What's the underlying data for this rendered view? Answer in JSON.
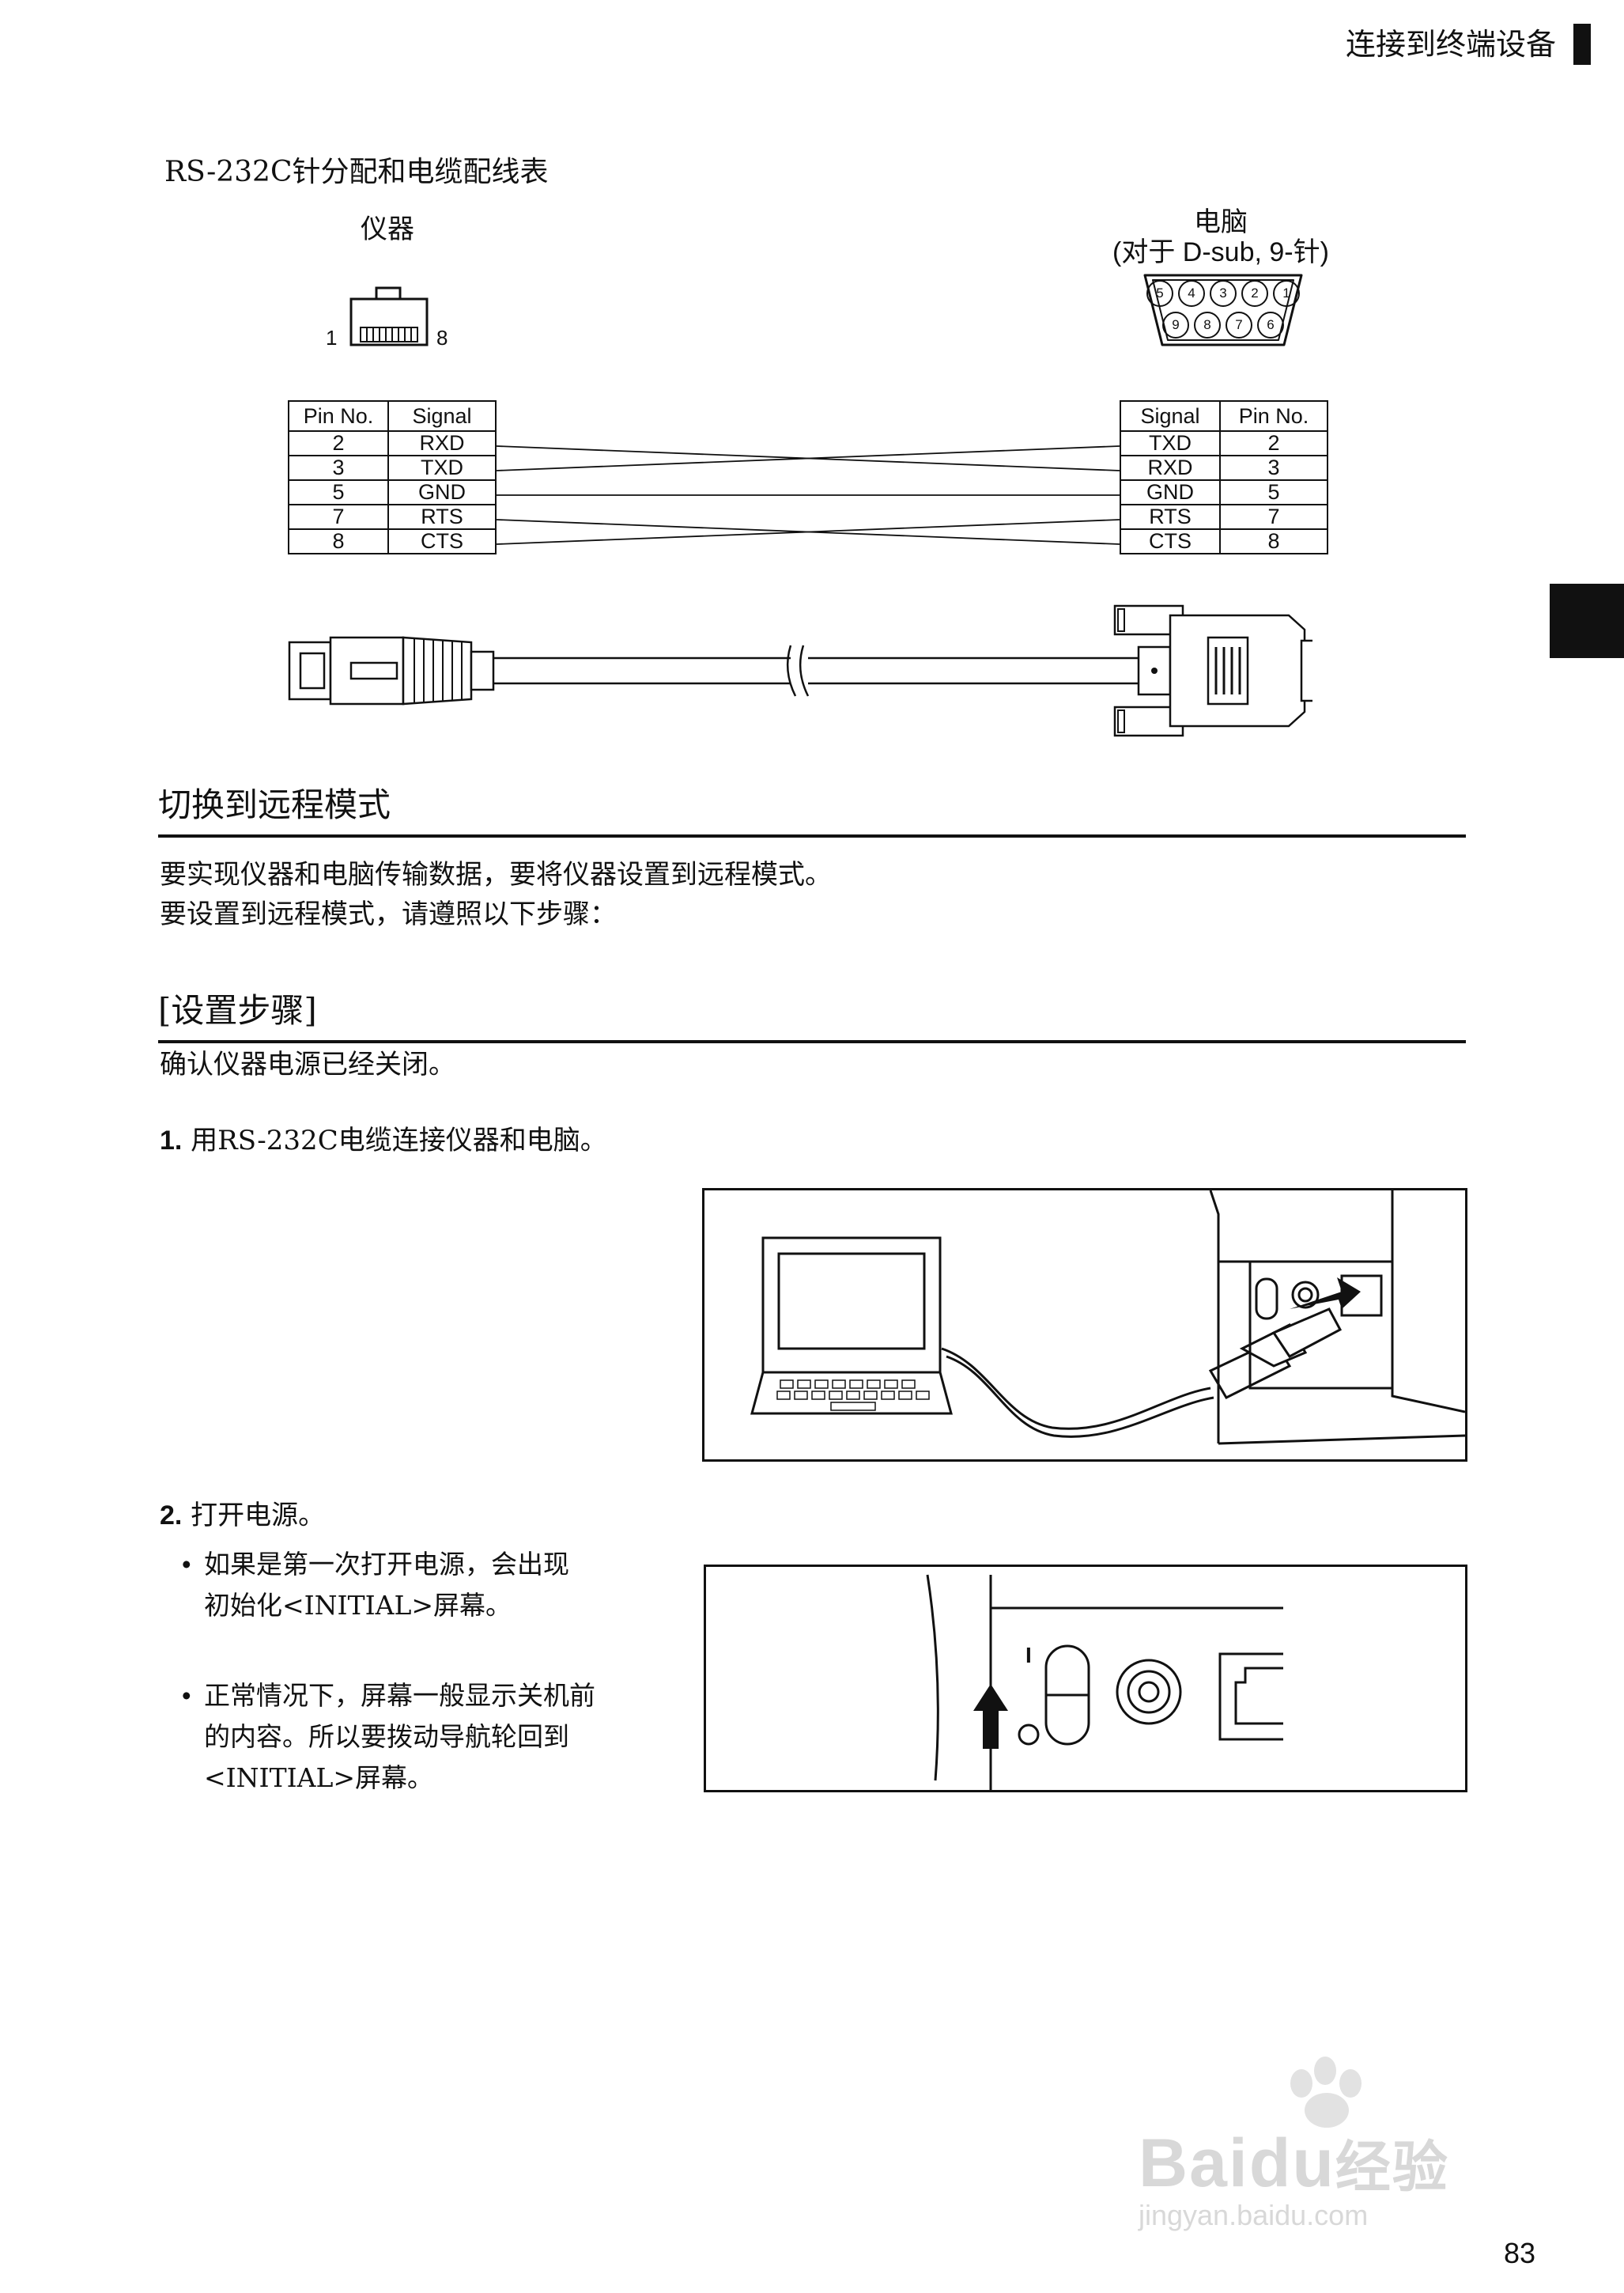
{
  "header": {
    "section": "连接到终端设备"
  },
  "figure": {
    "title": "RS-232C针分配和电缆配线表",
    "device_label": "仪器",
    "pc_label": "电脑",
    "pc_sublabel": "(对于 D-sub, 9-针)",
    "rj_pin_left": "1",
    "rj_pin_right": "8",
    "dsub_top_pins": [
      "5",
      "4",
      "3",
      "2",
      "1"
    ],
    "dsub_bottom_pins": [
      "9",
      "8",
      "7",
      "6"
    ],
    "left_table": {
      "headers": [
        "Pin No.",
        "Signal"
      ],
      "rows": [
        [
          "2",
          "RXD"
        ],
        [
          "3",
          "TXD"
        ],
        [
          "5",
          "GND"
        ],
        [
          "7",
          "RTS"
        ],
        [
          "8",
          "CTS"
        ]
      ]
    },
    "right_table": {
      "headers": [
        "Signal",
        "Pin No."
      ],
      "rows": [
        [
          "TXD",
          "2"
        ],
        [
          "RXD",
          "3"
        ],
        [
          "GND",
          "5"
        ],
        [
          "RTS",
          "7"
        ],
        [
          "CTS",
          "8"
        ]
      ]
    }
  },
  "section_remote": {
    "title": "切换到远程模式",
    "line1": "要实现仪器和电脑传输数据，要将仪器设置到远程模式。",
    "line2": "要设置到远程模式，请遵照以下步骤："
  },
  "section_steps": {
    "title": "[设置步骤]",
    "intro": "确认仪器电源已经关闭。",
    "step1_num": "1.",
    "step1_text": "用RS-232C电缆连接仪器和电脑。",
    "step2_num": "2.",
    "step2_text": "打开电源。",
    "bullet1_line1": "如果是第一次打开电源，会出现",
    "bullet1_line2": "初始化<INITIAL>屏幕。",
    "bullet2_line1": "正常情况下，屏幕一般显示关机前",
    "bullet2_line2": "的内容。所以要拨动导航轮回到",
    "bullet2_line3": "<INITIAL>屏幕。",
    "power_mark": "I"
  },
  "watermark": {
    "brand": "Bai",
    "brand2": "du",
    "cn": "经验",
    "url": "jingyan.baidu.com"
  },
  "page_number": "83"
}
